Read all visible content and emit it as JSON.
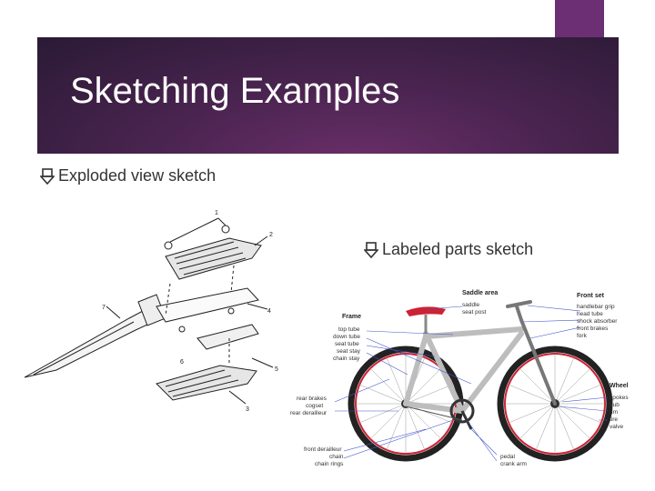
{
  "slide": {
    "title": "Sketching Examples",
    "bullets": [
      {
        "text": "Exploded view sketch"
      },
      {
        "text": "Labeled parts sketch"
      }
    ]
  },
  "colors": {
    "title_band": "#4a2450",
    "accent_bar": "#6c2f73",
    "bullet_arrow": "#6c2f73",
    "frame_red": "#cc2233"
  },
  "exploded_view": {
    "part_numbers": [
      "1",
      "2",
      "3",
      "4",
      "5",
      "6",
      "7"
    ]
  },
  "bike_labels": {
    "saddle_area": {
      "title": "Saddle area",
      "items": [
        "saddle",
        "seat post"
      ]
    },
    "front_set": {
      "title": "Front set",
      "items": [
        "handlebar grip",
        "head tube",
        "shock absorber",
        "front brakes",
        "fork"
      ]
    },
    "frame": {
      "title": "Frame",
      "items": [
        "top tube",
        "down tube",
        "seat tube",
        "seat stay",
        "chain stay"
      ]
    },
    "wheel": {
      "title": "Wheel",
      "items": [
        "spokes",
        "hub",
        "rim",
        "tire",
        "valve"
      ]
    },
    "left_lower": [
      "rear brakes",
      "cogset",
      "rear derailleur"
    ],
    "bottom_left": [
      "front derailleur",
      "chain",
      "chain rings"
    ],
    "bottom_center": [
      "pedal",
      "crank arm"
    ]
  }
}
